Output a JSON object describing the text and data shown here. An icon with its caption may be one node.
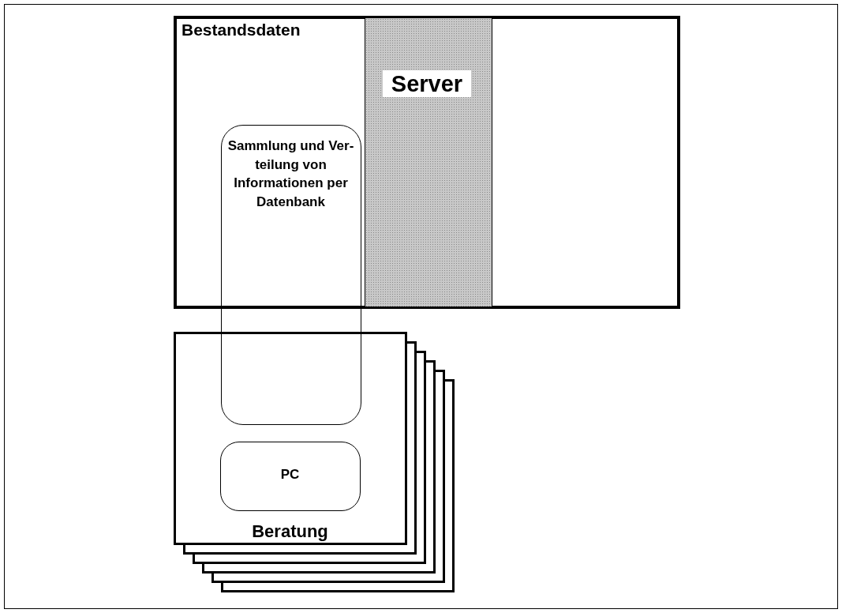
{
  "diagram": {
    "nodes": [
      {
        "text": [
          "Bestandsdaten"
        ]
      },
      {
        "text": [
          "Server"
        ],
        "in": 0
      },
      {
        "text": [
          "Sammlung und Ver-teilung von Informationen per Datenbank"
        ]
      },
      {
        "text": [
          "Beratung"
        ]
      },
      {
        "text": [
          "PC"
        ],
        "in": 3
      }
    ]
  }
}
